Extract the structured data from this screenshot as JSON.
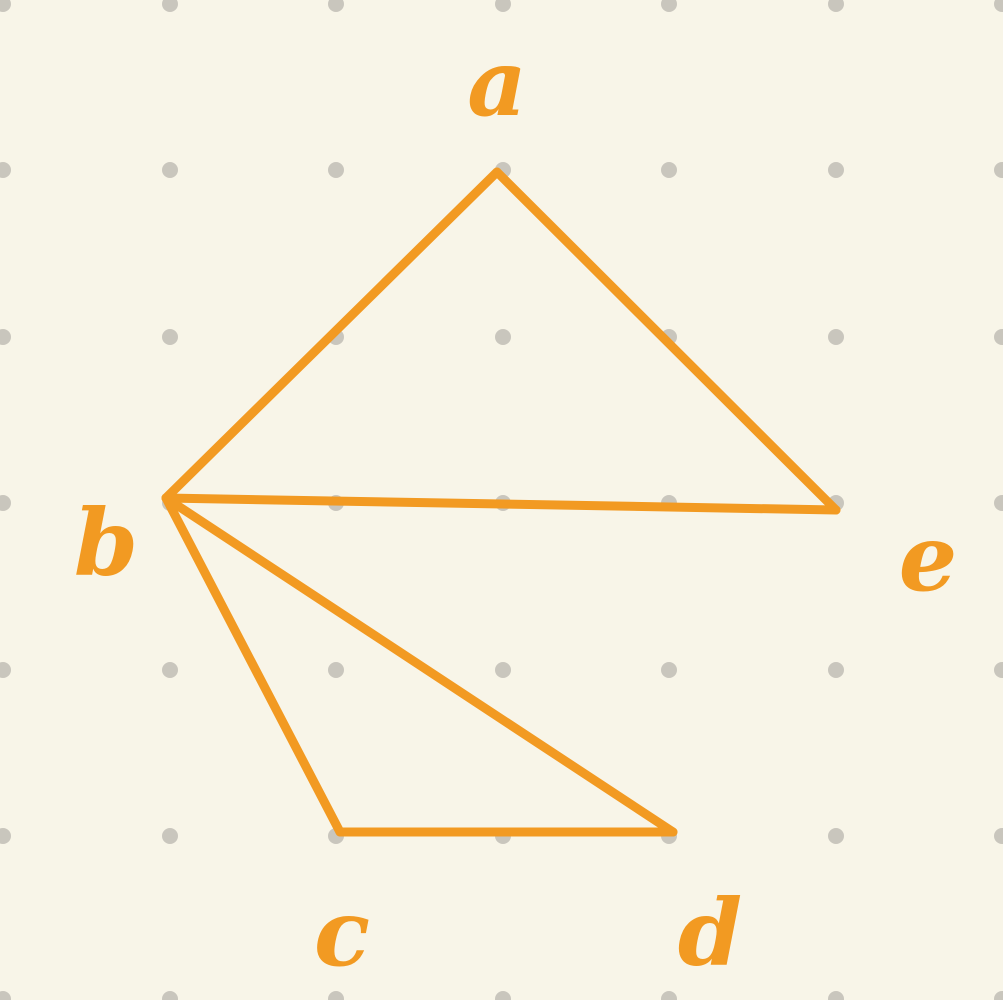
{
  "diagram": {
    "type": "graph",
    "colors": {
      "background": "#f8f5e8",
      "edge": "#f29a22",
      "label": "#f29a22",
      "grid_dot": "#c9c6bd"
    },
    "nodes": [
      {
        "id": "a",
        "label": "a"
      },
      {
        "id": "b",
        "label": "b"
      },
      {
        "id": "c",
        "label": "c"
      },
      {
        "id": "d",
        "label": "d"
      },
      {
        "id": "e",
        "label": "e"
      }
    ],
    "edges": [
      {
        "from": "a",
        "to": "b"
      },
      {
        "from": "a",
        "to": "e"
      },
      {
        "from": "b",
        "to": "e"
      },
      {
        "from": "b",
        "to": "c"
      },
      {
        "from": "b",
        "to": "d"
      },
      {
        "from": "c",
        "to": "d"
      }
    ]
  }
}
